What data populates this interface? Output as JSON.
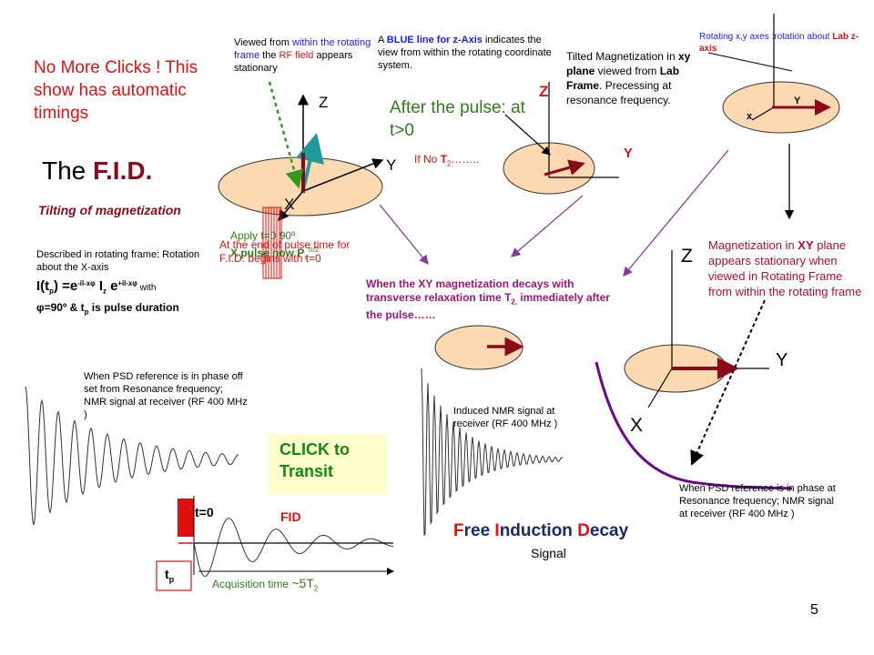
{
  "slide": {
    "no_clicks": "No More Clicks ! This show has automatic timings",
    "title_prefix": "The ",
    "title_bold": "F.I.D.",
    "tilting": "Tilting of magnetization",
    "rotating_frame_desc": "Described in rotating frame: Rotation about the X-axis",
    "formula": "I(tp) =e-il-xφ Iz e+il-xφ with φ=90º & tp is pulse duration",
    "formula_parts": {
      "i_tp": "I(t",
      "p_sub": "p",
      "eq": ") =e",
      "exp1": "-il-xφ",
      "iz": " I",
      "z_sub": "z",
      "e2": " e",
      "exp2": "+il-xφ",
      "with": " with",
      "line2": "φ=90º & t",
      "p_sub2": "p",
      "line2_end": " is pulse duration"
    },
    "viewed_from": {
      "a": "Viewed from ",
      "b": "within the rotating frame",
      "c": " the ",
      "d": "RF field",
      "e": " appears stationary"
    },
    "blue_line": {
      "a": "A ",
      "b": "BLUE line for z-Axis",
      "c": " indicates the view from within the  rotating coordinate system."
    },
    "tilted": {
      "a": "Tilted Magnetization in ",
      "b": "xy plane",
      "c": " viewed from ",
      "d": "Lab Frame",
      "e": ". Precessing at resonance frequency."
    },
    "rotating_axes": {
      "a": "Rotating x,y axes :rotation about ",
      "b": "Lab z-axis"
    },
    "after_pulse": "After the pulse: at t>0",
    "if_no_t2": {
      "a": "If No ",
      "b": "T",
      "sub": "2",
      "c": "…….."
    },
    "apply_pulse": {
      "a": "Apply t=0 90º",
      "b": "X pulse now  P",
      "sub": "x",
      "sup": "π/2"
    },
    "at_end": "At the end of pulse time for F.I.D. begins with  t=0",
    "xy_decays": {
      "a": "When the ",
      "b": "XY",
      "c": " magnetization decays with transverse relaxation time T",
      "sub": "2,",
      "d": " immediately after the pulse……"
    },
    "mag_xy_plane": {
      "a": "Magnetization in ",
      "b": "XY",
      "c": " plane appears stationary when viewed in Rotating Frame from within the rotating frame"
    },
    "psd_off": "When PSD reference is in phase off set from Resonance frequency; NMR signal at receiver (RF 400 MHz )",
    "induced": "Induced NMR signal at receiver (RF 400 MHz )",
    "psd_on": "When PSD reference is in phase at Resonance frequency; NMR signal at receiver (RF 400 MHz )",
    "click_transit": "CLICK to Transit",
    "fid_label": "FID",
    "t0_label": "t=0",
    "tp_label": {
      "a": "t",
      "sub": "p"
    },
    "acq_time": {
      "a": "Acquisition time ",
      "b": "~5T",
      "sub": "2"
    },
    "fid_title": {
      "f": "F",
      "ree": "ree ",
      "i": "I",
      "nduction": "nduction ",
      "d": "D",
      "ecay": "ecay"
    },
    "signal": "Signal",
    "page_number": "5",
    "axes": {
      "d1_z": "Z",
      "d1_y": "Y",
      "d1_x": "X",
      "d2_z": "Z",
      "d2_y": "Y",
      "d3_x": "x",
      "d3_y": "Y",
      "d4_z": "Z",
      "d4_y": "Y",
      "d4_x": "X"
    },
    "colors": {
      "disk": "#fcd9b1",
      "arrow": "#8b0a1a",
      "purple_line": "#8a3a9a",
      "teal": "#1f9a9a",
      "green_dash": "#2e9a1e",
      "click_box": "#ffffcc"
    }
  }
}
